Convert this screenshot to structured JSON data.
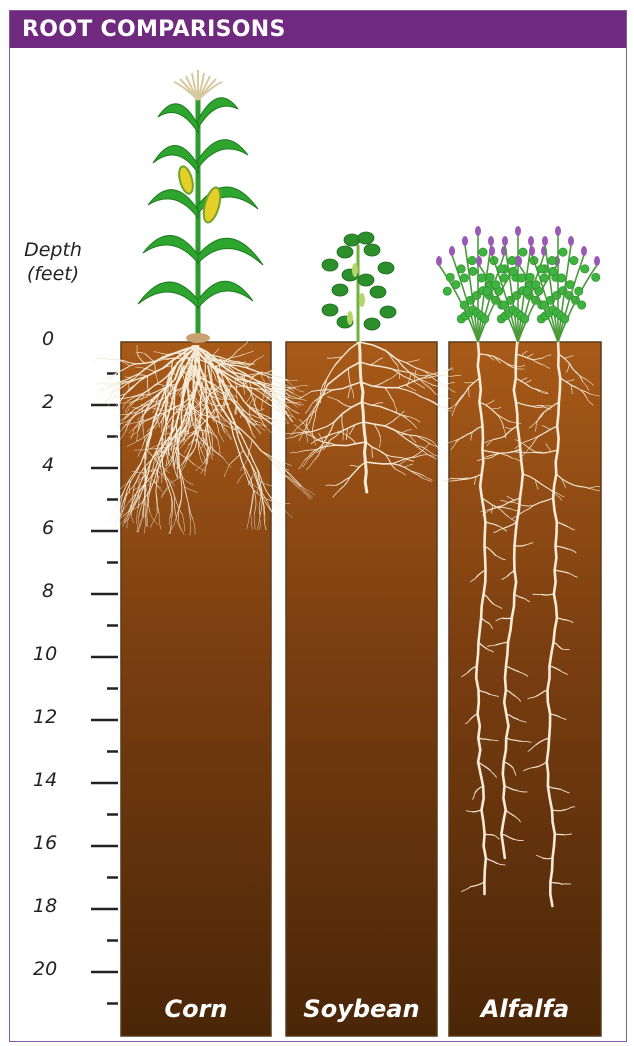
{
  "header": {
    "title": "ROOT COMPARISONS"
  },
  "axis": {
    "title_line1": "Depth",
    "title_line2": "(feet)",
    "ticks": [
      "0",
      "2",
      "4",
      "6",
      "8",
      "10",
      "12",
      "14",
      "16",
      "18",
      "20"
    ]
  },
  "crops": [
    {
      "name": "Corn",
      "max_root_depth_ft": 6
    },
    {
      "name": "Soybean",
      "max_root_depth_ft": 5
    },
    {
      "name": "Alfalfa",
      "max_root_depth_ft": 18
    }
  ],
  "colors": {
    "header": "#6f2a7f",
    "soil_top": "#a85a18",
    "soil_bottom": "#4a2608",
    "root": "#f4ead8",
    "leaf": "#2e9e2e",
    "flower": "#9b59b6"
  }
}
